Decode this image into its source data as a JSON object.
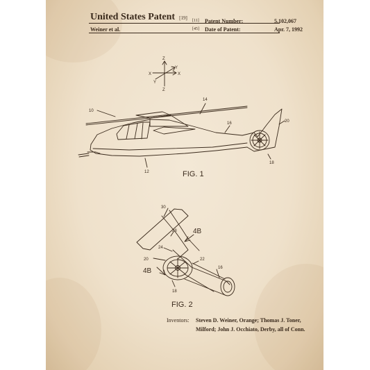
{
  "header": {
    "title": "United States Patent",
    "title_code": "[19]",
    "inventor_short": "Weiner et al.",
    "patent_number_code": "[11]",
    "patent_number_label": "Patent Number:",
    "patent_number": "5,102,067",
    "date_code": "[45]",
    "date_label": "Date of Patent:",
    "date": "Apr. 7, 1992"
  },
  "axes": {
    "z_top": "Z",
    "x_left": "X",
    "y_right": "Y",
    "x_right": "X",
    "y_bottom": "Y",
    "z_bottom": "Z"
  },
  "fig1": {
    "label": "FIG. 1",
    "refs": {
      "r10": "10",
      "r12": "12",
      "r14": "14",
      "r16": "16",
      "r18": "18",
      "r20": "20"
    }
  },
  "fig2": {
    "label": "FIG.  2",
    "refs": {
      "r30": "30",
      "r28": "28",
      "r24": "24",
      "r20": "20",
      "r22": "22",
      "r16": "16",
      "r18": "18",
      "r4b_top": "4B",
      "r4b_left": "4B"
    }
  },
  "inventors": {
    "label": "Inventors:",
    "text": "Steven D. Weiner, Orange; Thomas J. Toner, Milford; John J. Occhiato, Derby, all of Conn."
  },
  "colors": {
    "paper": "#efe1cb",
    "ink": "#3a2a1c"
  }
}
